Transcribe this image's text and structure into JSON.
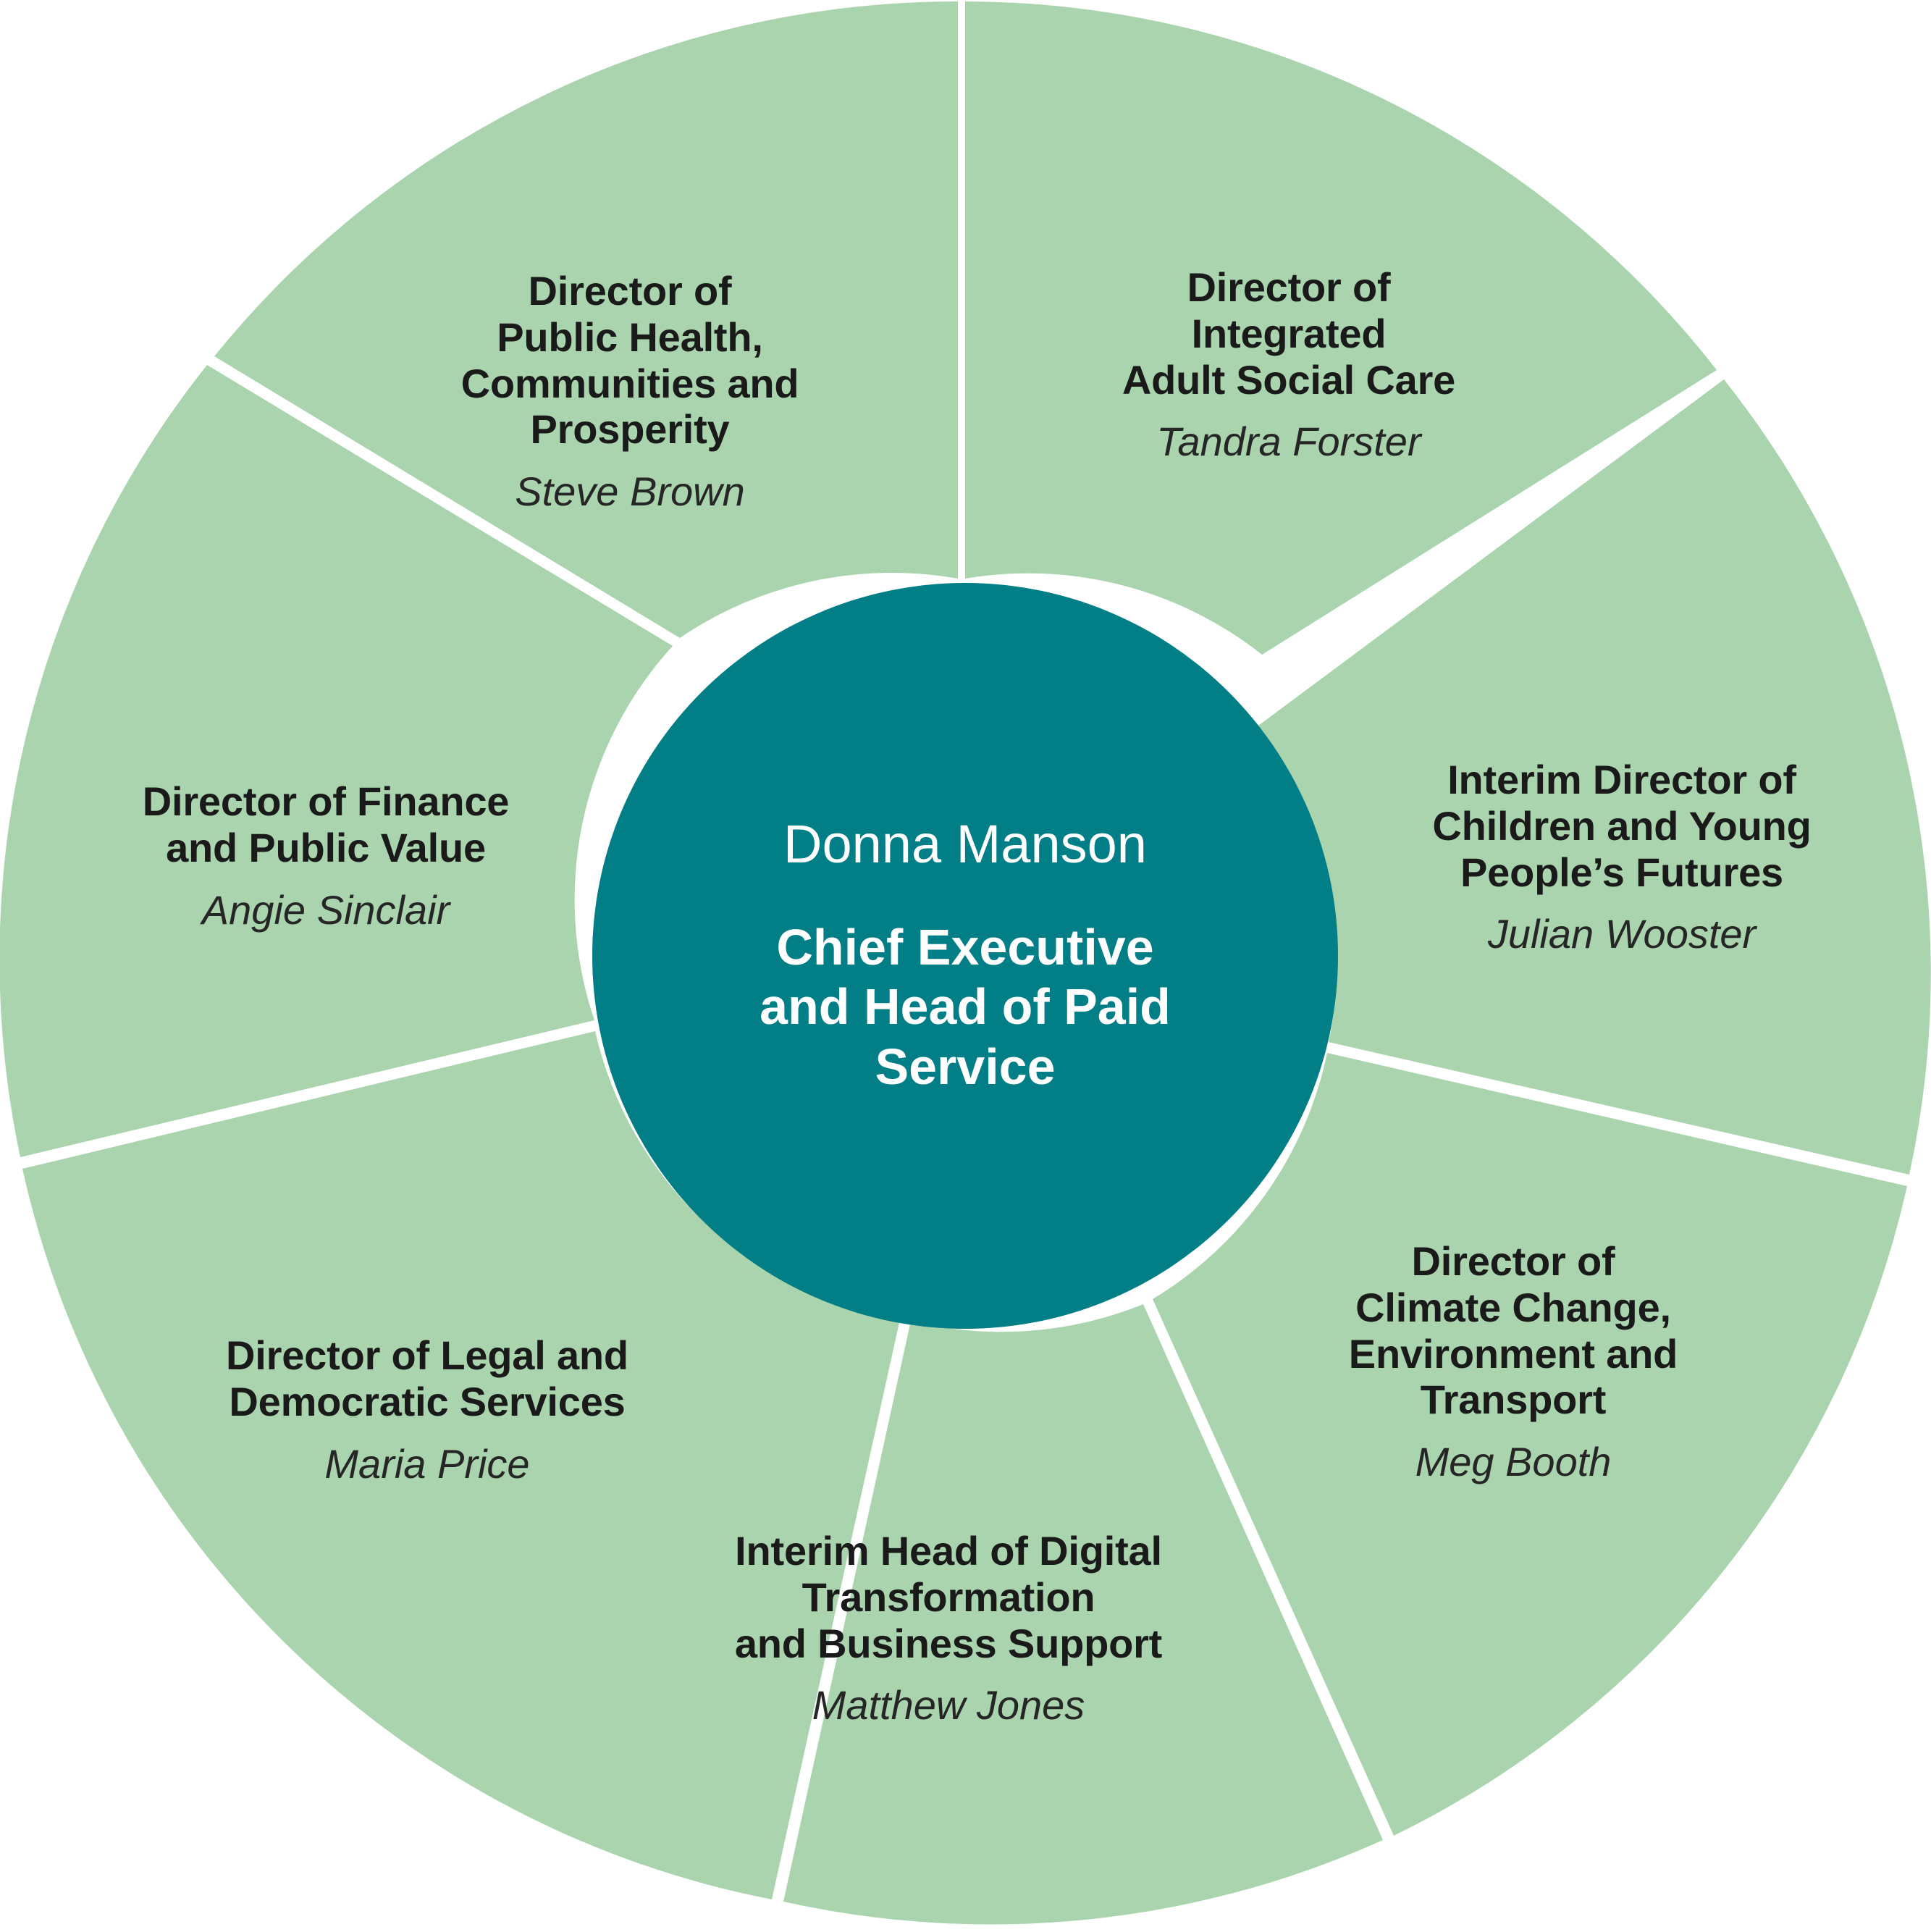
{
  "colors": {
    "segment_fill": "#A9D4AE",
    "hub_fill": "#017E86",
    "divider": "#FFFFFF",
    "text_dark": "#1A1A1A",
    "text_light": "#FFFFFF",
    "page_background": "#FFFFFF"
  },
  "centre": {
    "name": "Donna Manson",
    "role": "Chief Executive\nand Head of Paid\nService",
    "role_lines": [
      "Chief Executive",
      "and Head of Paid",
      "Service"
    ]
  },
  "segments": [
    {
      "id": "public-health",
      "title": "Director of\nPublic Health,\nCommunities and\nProsperity",
      "title_lines": [
        "Director of",
        "Public Health,",
        "Communities and",
        "Prosperity"
      ],
      "person": "Steve Brown"
    },
    {
      "id": "adult-social",
      "title": "Director of\nIntegrated\nAdult Social Care",
      "title_lines": [
        "Director of",
        "Integrated",
        "Adult Social Care"
      ],
      "person": "Tandra Forster"
    },
    {
      "id": "children",
      "title": "Interim Director of\nChildren and Young\nPeople’s Futures",
      "title_lines": [
        "Interim Director of",
        "Children and Young",
        "People’s Futures"
      ],
      "person": "Julian Wooster"
    },
    {
      "id": "climate",
      "title": "Director of\nClimate Change,\nEnvironment and\nTransport",
      "title_lines": [
        "Director of",
        "Climate Change,",
        "Environment and",
        "Transport"
      ],
      "person": "Meg Booth"
    },
    {
      "id": "digital",
      "title": "Interim Head of Digital\nTransformation\nand Business Support",
      "title_lines": [
        "Interim Head of Digital",
        "Transformation",
        "and Business Support"
      ],
      "person": "Matthew Jones"
    },
    {
      "id": "legal",
      "title": "Director of Legal and\nDemocratic Services",
      "title_lines": [
        "Director of Legal and",
        "Democratic Services"
      ],
      "person": "Maria Price"
    },
    {
      "id": "finance",
      "title": "Director of Finance\nand Public Value",
      "title_lines": [
        "Director of Finance",
        "and Public Value"
      ],
      "person": "Angie Sinclair"
    }
  ],
  "chart_data": {
    "type": "pie",
    "title": "",
    "legend": "none",
    "notes": "Radial organisation chart: central hub with seven outer ring segments (unequal widths).",
    "center_label": "Donna Manson — Chief Executive and Head of Paid Service",
    "categories": [
      "Director of Integrated Adult Social Care",
      "Interim Director of Children and Young People’s Futures",
      "Director of Climate Change, Environment and Transport",
      "Interim Head of Digital Transformation and Business Support",
      "Director of Legal and Democratic Services",
      "Director of Finance and Public Value",
      "Director of Public Health, Communities and Prosperity"
    ],
    "values": [
      52,
      55,
      50,
      51,
      50,
      50,
      52
    ],
    "unit": "degrees of arc",
    "segment_boundaries_deg_from_north_clockwise": [
      0,
      52,
      107,
      157,
      208,
      258,
      308,
      360
    ]
  }
}
